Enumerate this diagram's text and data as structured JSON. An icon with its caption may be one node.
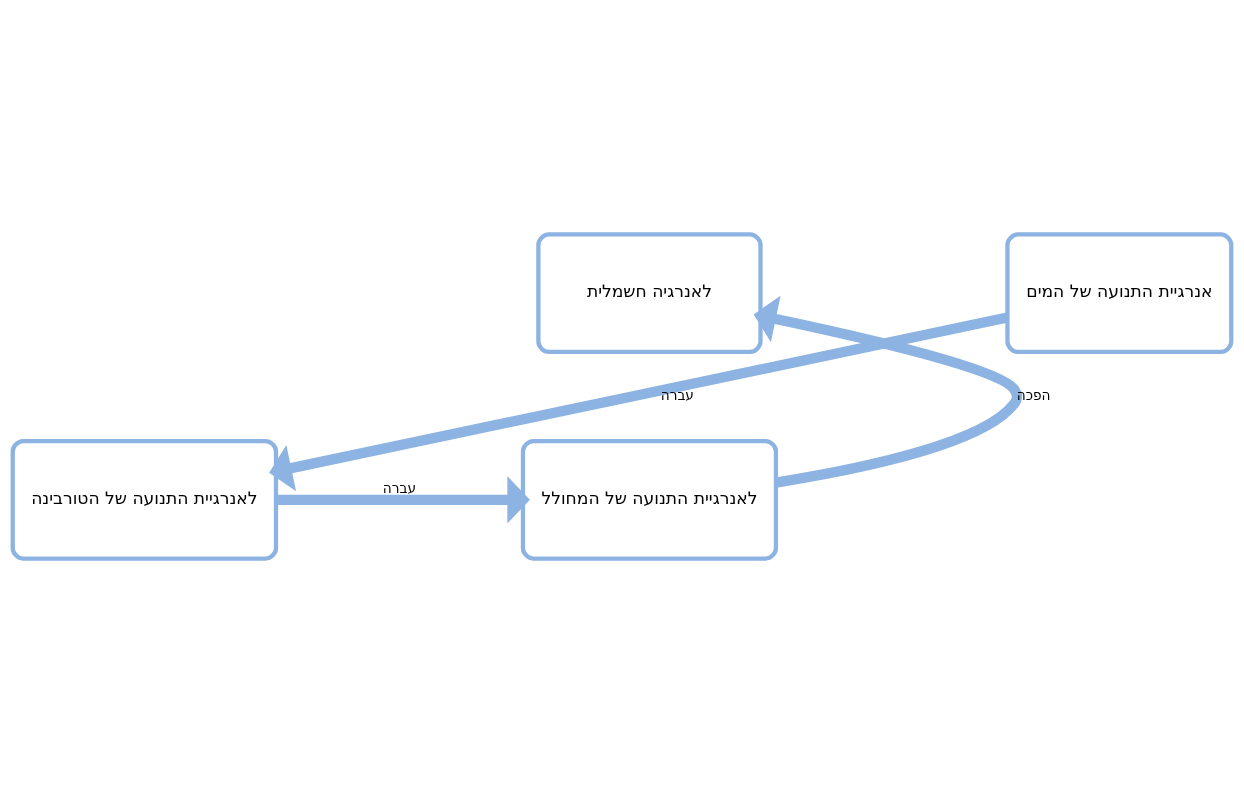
{
  "diagram": {
    "nodes": [
      {
        "text": [
          "אנרגיית התנועה של המים"
        ]
      },
      {
        "text": [
          "לאנרגיית התנועה של הטורבינה"
        ]
      },
      {
        "text": [
          "לאנרגיית התנועה של המחולל"
        ]
      },
      {
        "text": [
          "לאנרגיה חשמלית"
        ]
      }
    ],
    "edges": [
      {
        "from": 0,
        "to": 1,
        "arrow": "to",
        "label": "עברה"
      },
      {
        "from": 1,
        "to": 2,
        "arrow": "to",
        "label": "עברה"
      },
      {
        "from": 2,
        "to": 3,
        "arrow": "to",
        "label": "הפכה"
      }
    ]
  }
}
